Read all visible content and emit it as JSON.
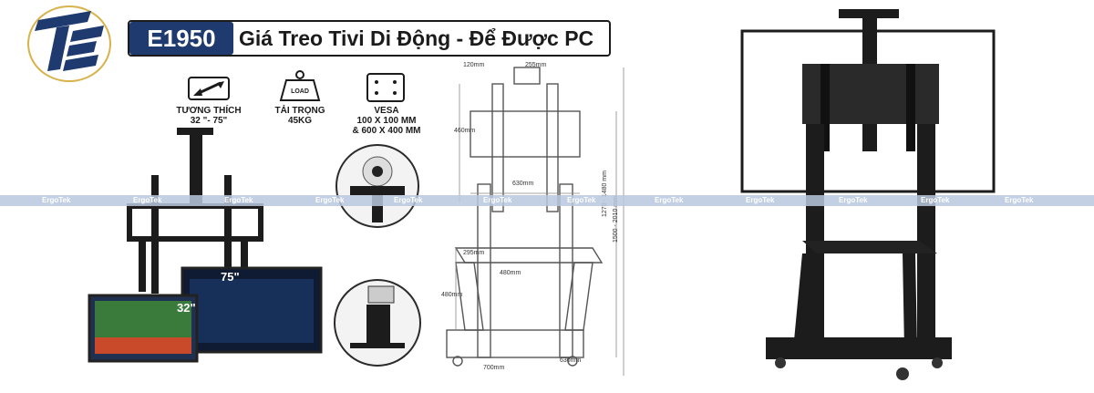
{
  "header": {
    "model": "E1950",
    "title": "Giá Treo Tivi Di Động - Để Được PC"
  },
  "features": [
    {
      "icon": "resize-arrow-icon",
      "lines": [
        "TƯƠNG THÍCH",
        "32 \"- 75\""
      ]
    },
    {
      "icon": "load-weight-icon",
      "badge": "LOAD",
      "lines": [
        "TẢI TRỌNG",
        "45KG"
      ]
    },
    {
      "icon": "vesa-pattern-icon",
      "lines": [
        "VESA",
        "100 X 100 MM",
        "& 600 X 400 MM"
      ]
    }
  ],
  "watermark": "ErgoTek",
  "screens": {
    "small_size": "32\"",
    "large_size": "75\""
  },
  "dimensions": {
    "top_offset": "120mm",
    "top_width": "255mm",
    "bracket_height": "460mm",
    "bracket_width": "630mm",
    "shelf_height": "295mm",
    "shelf_width": "480mm",
    "lower_height": "480mm",
    "range_inner": "1270 - 1480 mm",
    "range_outer": "1500 - 2010 mm",
    "base_width": "700mm",
    "base_depth": "630mm"
  },
  "colors": {
    "brand_navy": "#1e3a6e",
    "accent_gold": "#d8b24a",
    "stand_black": "#1c1c1c"
  }
}
